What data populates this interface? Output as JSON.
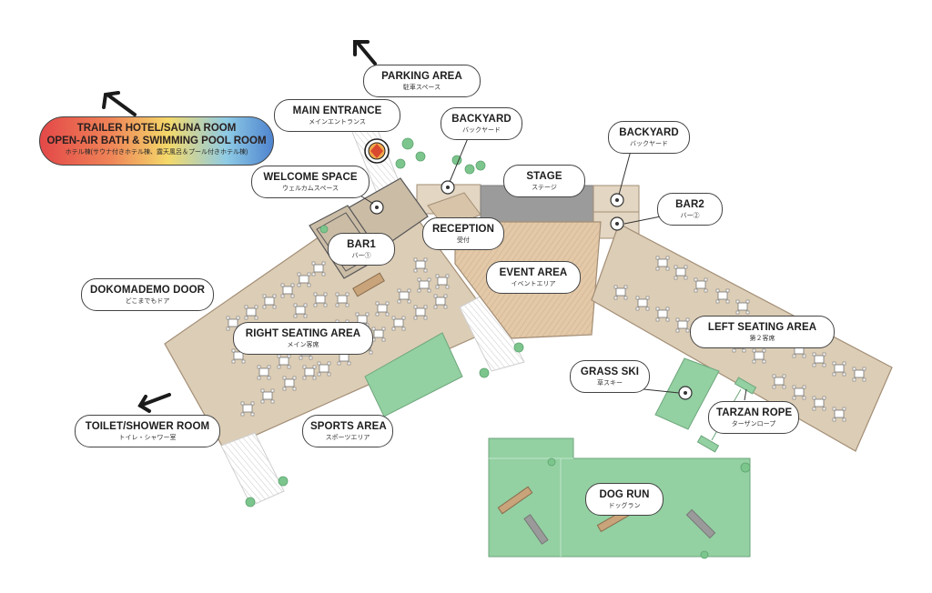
{
  "trailer_hotel": {
    "line1": "TRAILER HOTEL/SAUNA ROOM",
    "line2": "OPEN-AIR BATH & SWIMMING POOL ROOM",
    "jp": "ホテル棟(サウナ付きホテル棟、露天風呂＆プール付きホテル棟)"
  },
  "labels": {
    "parking": {
      "en": "PARKING AREA",
      "jp": "駐車スペース"
    },
    "main_entrance": {
      "en": "MAIN ENTRANCE",
      "jp": "メインエントランス"
    },
    "backyard_1": {
      "en": "BACKYARD",
      "jp": "バックヤード"
    },
    "backyard_2": {
      "en": "BACKYARD",
      "jp": "バックヤード"
    },
    "stage": {
      "en": "STAGE",
      "jp": "ステージ"
    },
    "bar2": {
      "en": "BAR2",
      "jp": "バー②"
    },
    "welcome_space": {
      "en": "WELCOME SPACE",
      "jp": "ウェルカムスペース"
    },
    "reception": {
      "en": "RECEPTION",
      "jp": "受付"
    },
    "bar1": {
      "en": "BAR1",
      "jp": "バー①"
    },
    "event_area": {
      "en": "EVENT AREA",
      "jp": "イベントエリア"
    },
    "dokomademo_door": {
      "en": "DOKOMADEMO DOOR",
      "jp": "どこまでもドア"
    },
    "right_seating": {
      "en": "RIGHT  SEATING AREA",
      "jp": "メイン客席"
    },
    "left_seating": {
      "en": "LEFT  SEATING AREA",
      "jp": "第２客席"
    },
    "grass_ski": {
      "en": "GRASS SKI",
      "jp": "草スキー"
    },
    "toilet_shower": {
      "en": "TOILET/SHOWER ROOM",
      "jp": "トイレ・シャワー室"
    },
    "sports_area": {
      "en": "SPORTS AREA",
      "jp": "スポーツエリア"
    },
    "tarzan_rope": {
      "en": "TARZAN ROPE",
      "jp": "ターザンロープ"
    },
    "dog_run": {
      "en": "DOG RUN",
      "jp": "ドッグラン"
    }
  },
  "colors": {
    "deck": "#dccdb6",
    "deck_stroke": "#a38e76",
    "event_floor": "#e0c6a6",
    "stage": "#9b9b9b",
    "grass": "#93d0a2",
    "grass_stroke": "#6ea67c",
    "tree": "#7cc68d",
    "outline": "#444444",
    "arrow": "#1b1b1b"
  },
  "icons": [
    "arrow-up-left-icon",
    "arrow-up-icon",
    "arrow-left-icon",
    "location-pin-icon",
    "logo-emblem",
    "tree-icon",
    "table-set-icon"
  ]
}
